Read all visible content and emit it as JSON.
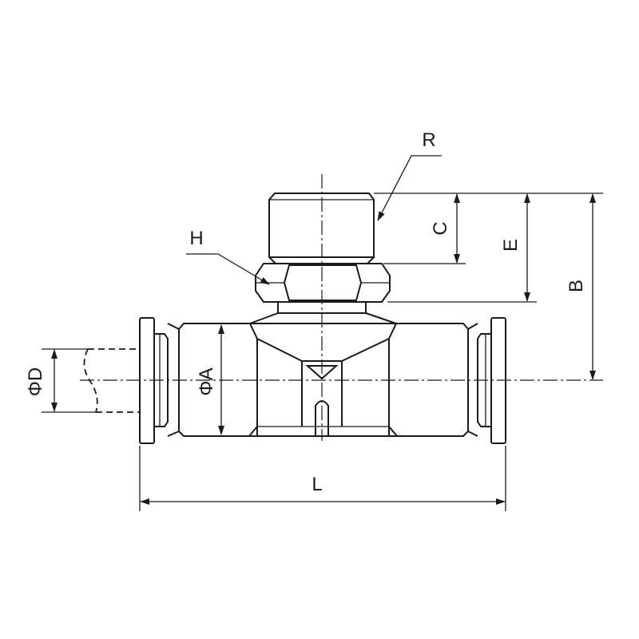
{
  "labels": {
    "R": "R",
    "H": "H",
    "C": "C",
    "E": "E",
    "B": "B",
    "phiD": "ΦD",
    "phiA": "ΦA",
    "L": "L"
  }
}
